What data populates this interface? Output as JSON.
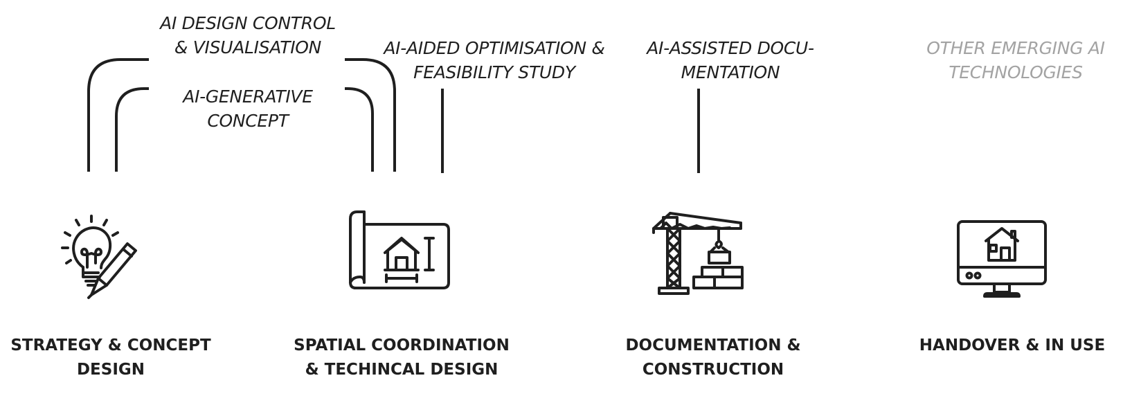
{
  "ai_tools": [
    {
      "lines": [
        "AI DESIGN CONTROL",
        "& VISUALISATION"
      ]
    },
    {
      "lines": [
        "AI-GENERATIVE",
        "CONCEPT"
      ]
    },
    {
      "lines": [
        "AI-AIDED OPTIMISATION &",
        "FEASIBILITY STUDY"
      ]
    },
    {
      "lines": [
        "AI-ASSISTED DOCU-",
        "MENTATION"
      ]
    },
    {
      "lines": [
        "OTHER EMERGING AI",
        "TECHNOLOGIES"
      ]
    }
  ],
  "stages": [
    {
      "lines": [
        "STRATEGY & CONCEPT",
        "DESIGN"
      ],
      "icon": "lightbulb-pencil-icon"
    },
    {
      "lines": [
        "SPATIAL COORDINATION",
        "& TECHINCAL DESIGN"
      ],
      "icon": "blueprint-icon"
    },
    {
      "lines": [
        "DOCUMENTATION &",
        "CONSTRUCTION"
      ],
      "icon": "crane-icon"
    },
    {
      "lines": [
        "HANDOVER & IN USE"
      ],
      "icon": "monitor-house-icon"
    }
  ],
  "colors": {
    "ink": "#1f1f1f",
    "muted": "#a3a3a3",
    "background": "#ffffff"
  }
}
